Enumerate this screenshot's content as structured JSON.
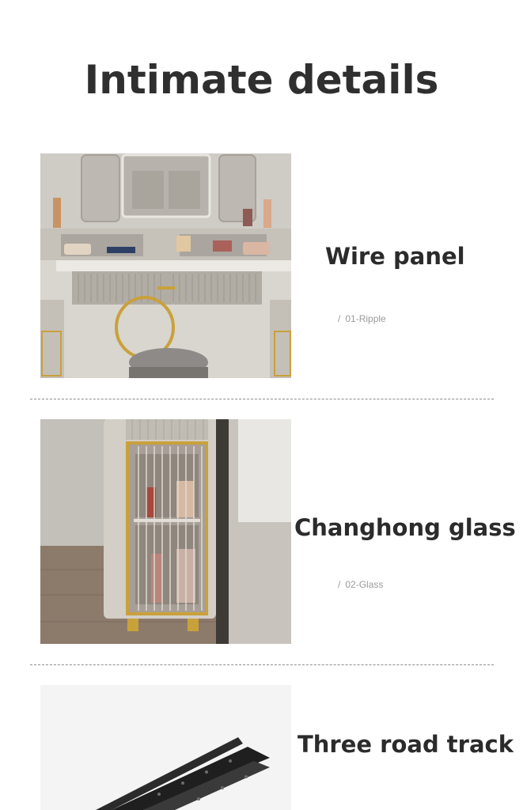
{
  "page_title": "Intimate details",
  "sections": [
    {
      "title": "Wire panel",
      "sub_slash": "/",
      "sub_label": "01-Ripple",
      "image": "vanity-with-mirror-and-stool"
    },
    {
      "title": "Changhong glass",
      "sub_slash": "/",
      "sub_label": "02-Glass",
      "image": "glass-door-side-cabinet"
    },
    {
      "title": "Three road track",
      "image": "drawer-slide-rail"
    }
  ],
  "colors": {
    "gold": "#c9a13b",
    "cabinet": "#cfcac2",
    "text": "#2b2b2b",
    "sub": "#9a9a9a"
  }
}
